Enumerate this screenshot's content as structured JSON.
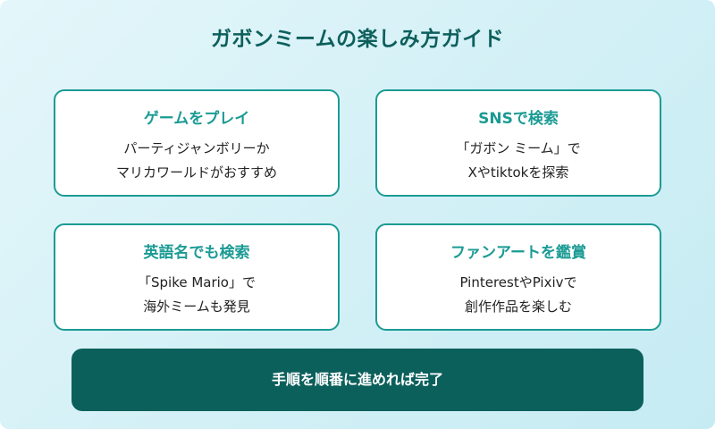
{
  "title": "ガボンミームの楽しみ方ガイド",
  "cards": [
    {
      "title": "ゲームをプレイ",
      "lines": [
        "パーティジャンボリーか",
        "マリカワールドがおすすめ"
      ]
    },
    {
      "title": "SNSで検索",
      "lines": [
        "「ガボン ミーム」で",
        "Xやtiktokを探索"
      ]
    },
    {
      "title": "英語名でも検索",
      "lines": [
        "「Spike Mario」で",
        "海外ミームも発見"
      ]
    },
    {
      "title": "ファンアートを鑑賞",
      "lines": [
        "PinterestやPixivで",
        "創作作品を楽しむ"
      ]
    }
  ],
  "footer": "手順を順番に進めれば完了",
  "colors": {
    "accent": "#1b9b94",
    "title": "#0d5f5c",
    "banner": "#0c605c",
    "background": "#d2f0f6"
  }
}
